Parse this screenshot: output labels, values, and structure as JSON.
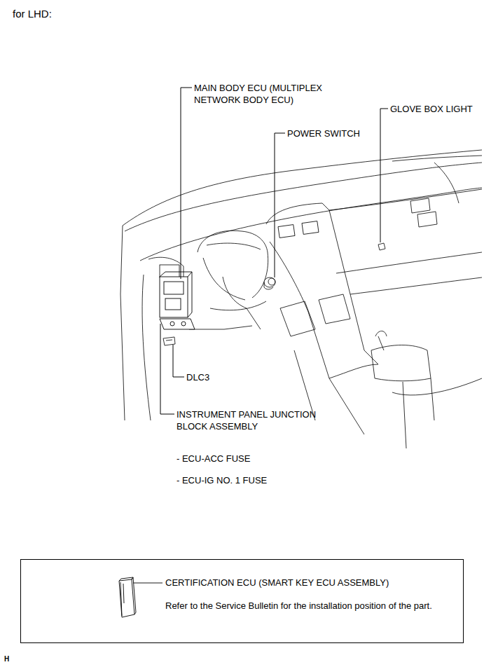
{
  "diagram": {
    "title": "for LHD:",
    "nodes": [
      {
        "text": [
          "CERTIFICATION ECU (SMART KEY ECU ASSEMBLY)",
          "Refer to the Service Bulletin for the installation position of the part."
        ]
      }
    ],
    "labels": [
      "MAIN BODY ECU (MULTIPLEX NETWORK BODY ECU)",
      "GLOVE BOX LIGHT",
      "POWER SWITCH",
      "DLC3",
      "INSTRUMENT PANEL JUNCTION BLOCK ASSEMBLY",
      "- ECU-ACC FUSE",
      "- ECU-IG NO. 1 FUSE",
      "H"
    ]
  }
}
